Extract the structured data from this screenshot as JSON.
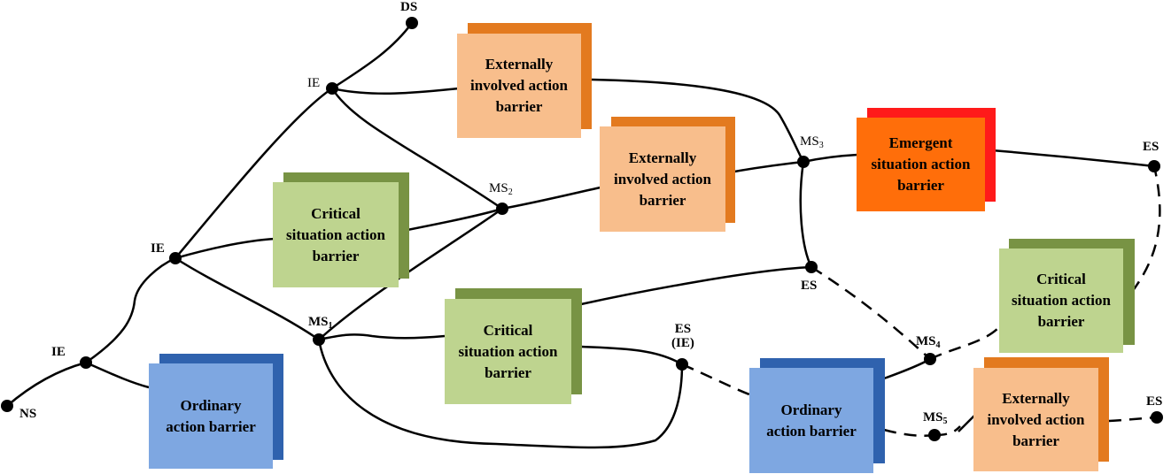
{
  "colors": {
    "orange_front": "#F8BE8C",
    "orange_back": "#E37A1F",
    "green_front": "#BED48F",
    "green_back": "#789344",
    "blue_front": "#7EA7E1",
    "blue_back": "#2F62AE",
    "emergent_front": "#FF6E0A",
    "emergent_back": "#FF1A1A"
  },
  "boxes": {
    "ext1": [
      "Externally",
      "involved action",
      "barrier"
    ],
    "ext2": [
      "Externally",
      "involved action",
      "barrier"
    ],
    "ext3": [
      "Externally",
      "involved action",
      "barrier"
    ],
    "crit1": [
      "Critical",
      "situation action",
      "barrier"
    ],
    "crit2": [
      "Critical",
      "situation action",
      "barrier"
    ],
    "crit3": [
      "Critical",
      "situation action",
      "barrier"
    ],
    "ord1": [
      "Ordinary",
      "action barrier"
    ],
    "ord2": [
      "Ordinary",
      "action barrier"
    ],
    "emergent": [
      "Emergent",
      "situation action",
      "barrier"
    ]
  },
  "nodes": {
    "ns": "NS",
    "ie_low": "IE",
    "ie_mid": "IE",
    "ie_top": "IE",
    "ds": "DS",
    "ms1": "MS",
    "ms1_sub": "1",
    "ms2": "MS",
    "ms2_sub": "2",
    "ms3": "MS",
    "ms3_sub": "3",
    "ms4": "MS",
    "ms4_sub": "4",
    "ms5": "MS",
    "ms5_sub": "5",
    "es_ie_line1": "ES",
    "es_ie_line2": "(IE)",
    "es_mid": "ES",
    "es_right_top": "ES",
    "es_right_bottom": "ES"
  }
}
